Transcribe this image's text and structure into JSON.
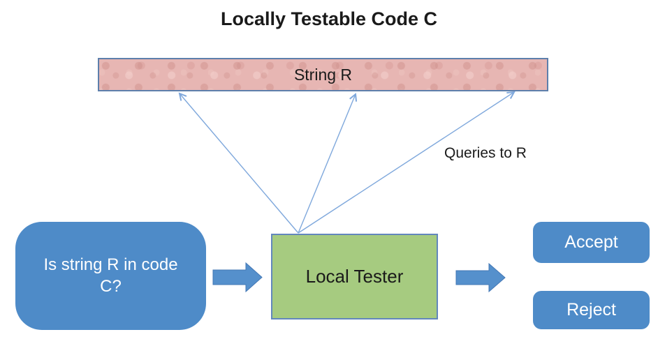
{
  "title": "Locally Testable Code C",
  "boxes": {
    "string_r": "String R",
    "question": "Is string R in code C?",
    "local_tester": "Local Tester",
    "accept": "Accept",
    "reject": "Reject"
  },
  "labels": {
    "queries": "Queries to R"
  },
  "colors": {
    "background": "#ffffff",
    "text_dark": "#1a1a1a",
    "text_light": "#ffffff",
    "shape_blue": "#4e8bc8",
    "arrow_blue": "#5590cc",
    "arrow_border": "#4377b5",
    "thin_arrow_blue": "#7fa8dc",
    "green_fill": "#a6cb80",
    "green_border": "#6287bd",
    "pink_fill": "#e7b6b3",
    "pink_border": "#5d7fac"
  }
}
